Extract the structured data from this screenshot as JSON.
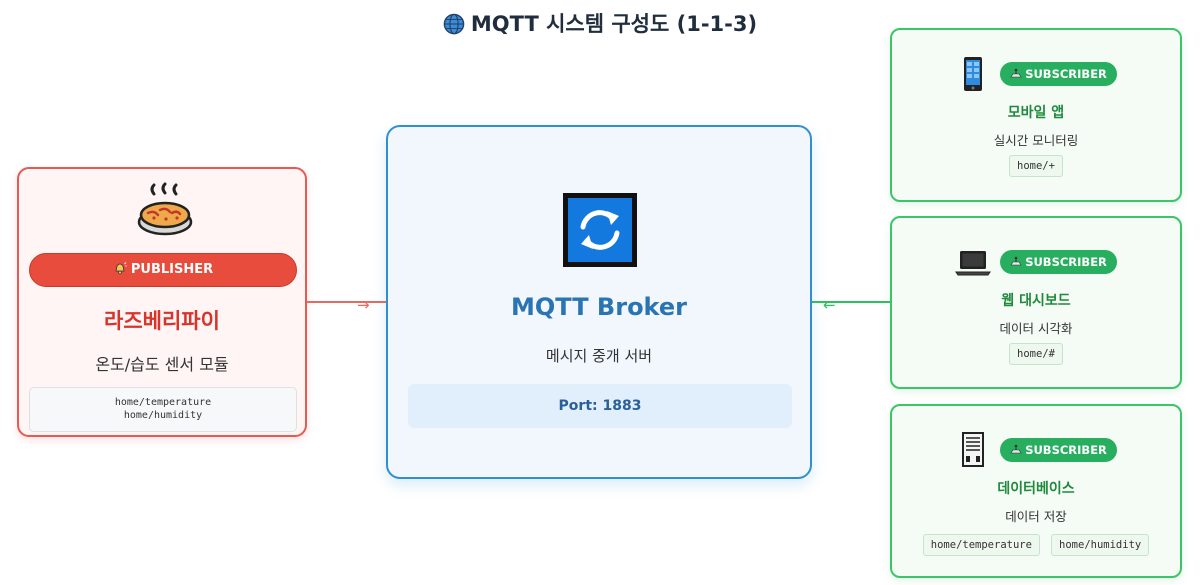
{
  "title": "MQTT 시스템 구성도 (1-1-3)",
  "colors": {
    "publisher_accent": "#e84c3d",
    "broker_accent": "#2f8fd1",
    "subscriber_accent": "#27ae5f"
  },
  "icons": {
    "title": "globe-icon",
    "publisher": "pie-icon",
    "publisher_badge": "bell-icon",
    "broker": "sync-icon",
    "subscriber_badge": "antenna-icon",
    "subscribers": [
      "mobile-phone-icon",
      "laptop-icon",
      "server-icon"
    ]
  },
  "publisher": {
    "badge": "PUBLISHER",
    "name": "라즈베리파이",
    "description": "온도/습도 센서 모듈",
    "topics": [
      "home/temperature",
      "home/humidity"
    ]
  },
  "broker": {
    "name": "MQTT Broker",
    "description": "메시지 중개 서버",
    "port": "Port: 1883"
  },
  "connectors": {
    "left_arrow": "→",
    "right_arrow": "←"
  },
  "subscribers": [
    {
      "badge": "SUBSCRIBER",
      "name": "모바일 앱",
      "description": "실시간 모니터링",
      "topics": [
        "home/+"
      ]
    },
    {
      "badge": "SUBSCRIBER",
      "name": "웹 대시보드",
      "description": "데이터 시각화",
      "topics": [
        "home/#"
      ]
    },
    {
      "badge": "SUBSCRIBER",
      "name": "데이터베이스",
      "description": "데이터 저장",
      "topics": [
        "home/temperature",
        "home/humidity"
      ]
    }
  ]
}
